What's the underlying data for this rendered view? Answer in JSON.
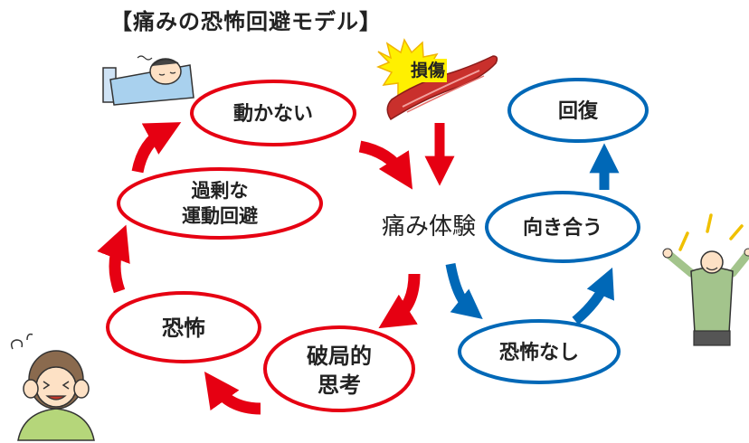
{
  "title": "【痛みの恐怖回避モデル】",
  "colors": {
    "red": "#e60012",
    "blue": "#0068b7",
    "yellow": "#fff000"
  },
  "nodes": {
    "injury": "損傷",
    "pain_experience": "痛み体験",
    "not_moving": "動かない",
    "excessive_avoidance_line1": "過剰な",
    "excessive_avoidance_line2": "運動回避",
    "fear": "恐怖",
    "catastrophizing_line1": "破局的",
    "catastrophizing_line2": "思考",
    "no_fear": "恐怖なし",
    "confrontation": "向き合う",
    "recovery": "回復"
  },
  "icons": {
    "injury": "injured-muscle-icon",
    "sleeping": "sleeping-person-icon",
    "distressed": "distressed-person-icon",
    "happy": "cheering-person-icon"
  }
}
